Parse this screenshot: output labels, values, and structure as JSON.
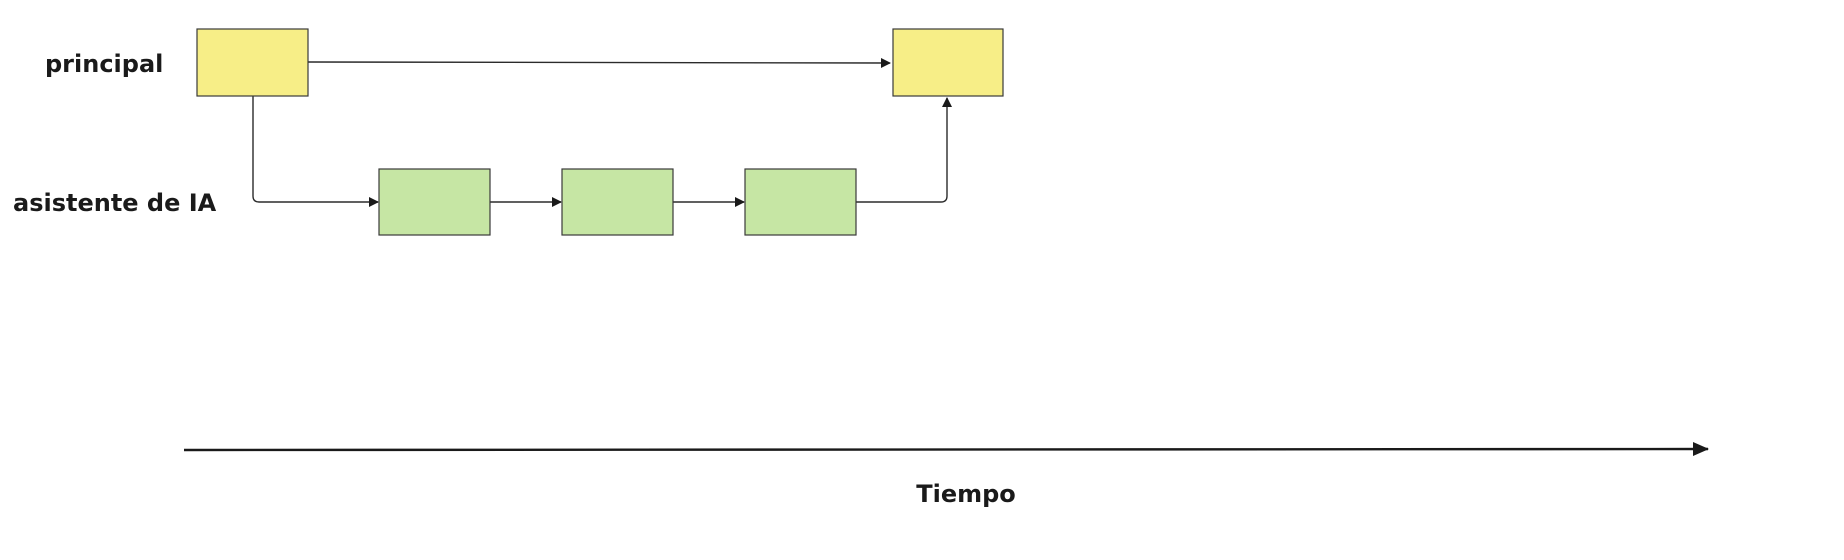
{
  "lanes": {
    "main": {
      "label": "principal",
      "color": "#f7ee87"
    },
    "assistant": {
      "label": "asistente de IA",
      "color": "#c6e6a4"
    }
  },
  "axis": {
    "label": "Tiempo"
  }
}
